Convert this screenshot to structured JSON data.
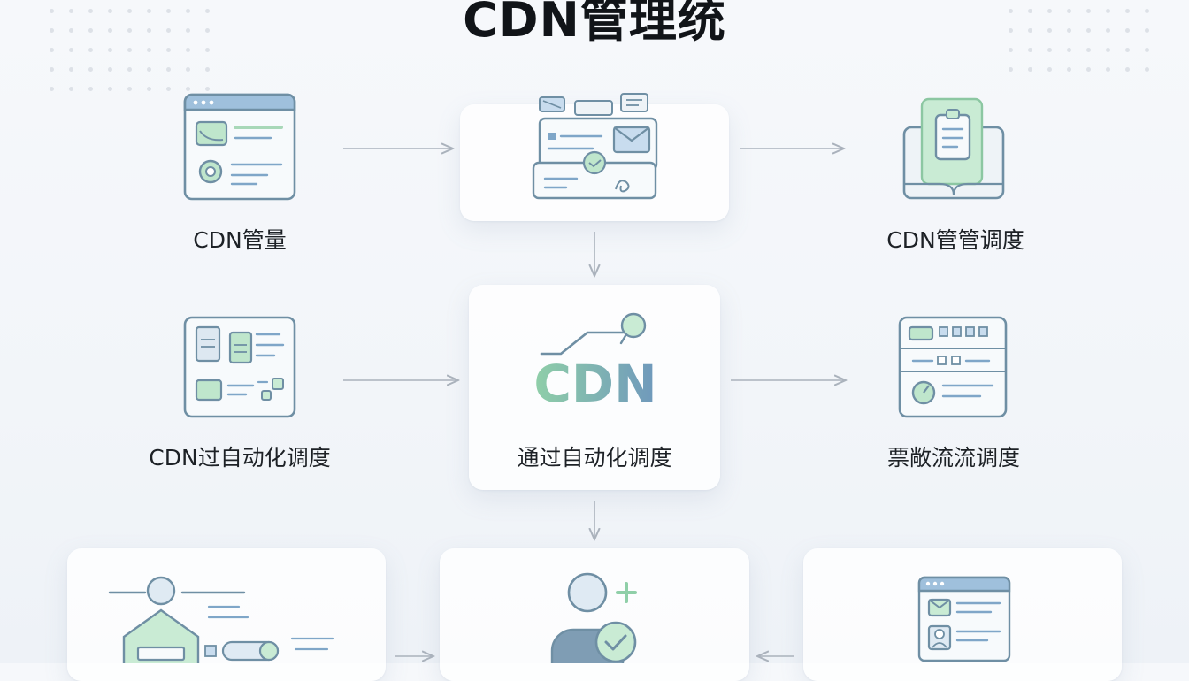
{
  "title": "CDN管理统",
  "nodes": {
    "n1": {
      "label": "CDN管量",
      "icon": "dashboard-window-icon"
    },
    "n2": {
      "icon": "mail-server-icon"
    },
    "n3": {
      "label": "CDN管管调度",
      "icon": "clipboard-tablet-icon"
    },
    "n4": {
      "label": "CDN过自动化调度",
      "icon": "document-grid-icon"
    },
    "n5": {
      "label": "通过自动化调度",
      "logo_text": "CDN",
      "icon": "cdn-logo-icon"
    },
    "n6": {
      "label": "票敞流流调度",
      "icon": "control-panel-icon"
    },
    "n7": {
      "icon": "user-network-icon"
    },
    "n8": {
      "icon": "user-add-check-icon"
    },
    "n9": {
      "icon": "profile-window-icon"
    }
  },
  "edges": [
    {
      "from": "n1",
      "to": "n2"
    },
    {
      "from": "n2",
      "to": "n3"
    },
    {
      "from": "n2",
      "to": "n5"
    },
    {
      "from": "n4",
      "to": "n5"
    },
    {
      "from": "n5",
      "to": "n6"
    },
    {
      "from": "n5",
      "to": "n8"
    },
    {
      "from": "n7",
      "to": "n8"
    },
    {
      "from": "n9",
      "to": "n8"
    }
  ],
  "colors": {
    "accent_green": "#9fd8b4",
    "accent_blue": "#7fa6c8",
    "stroke": "#6f8fa4",
    "arrow": "#aab2bc"
  }
}
